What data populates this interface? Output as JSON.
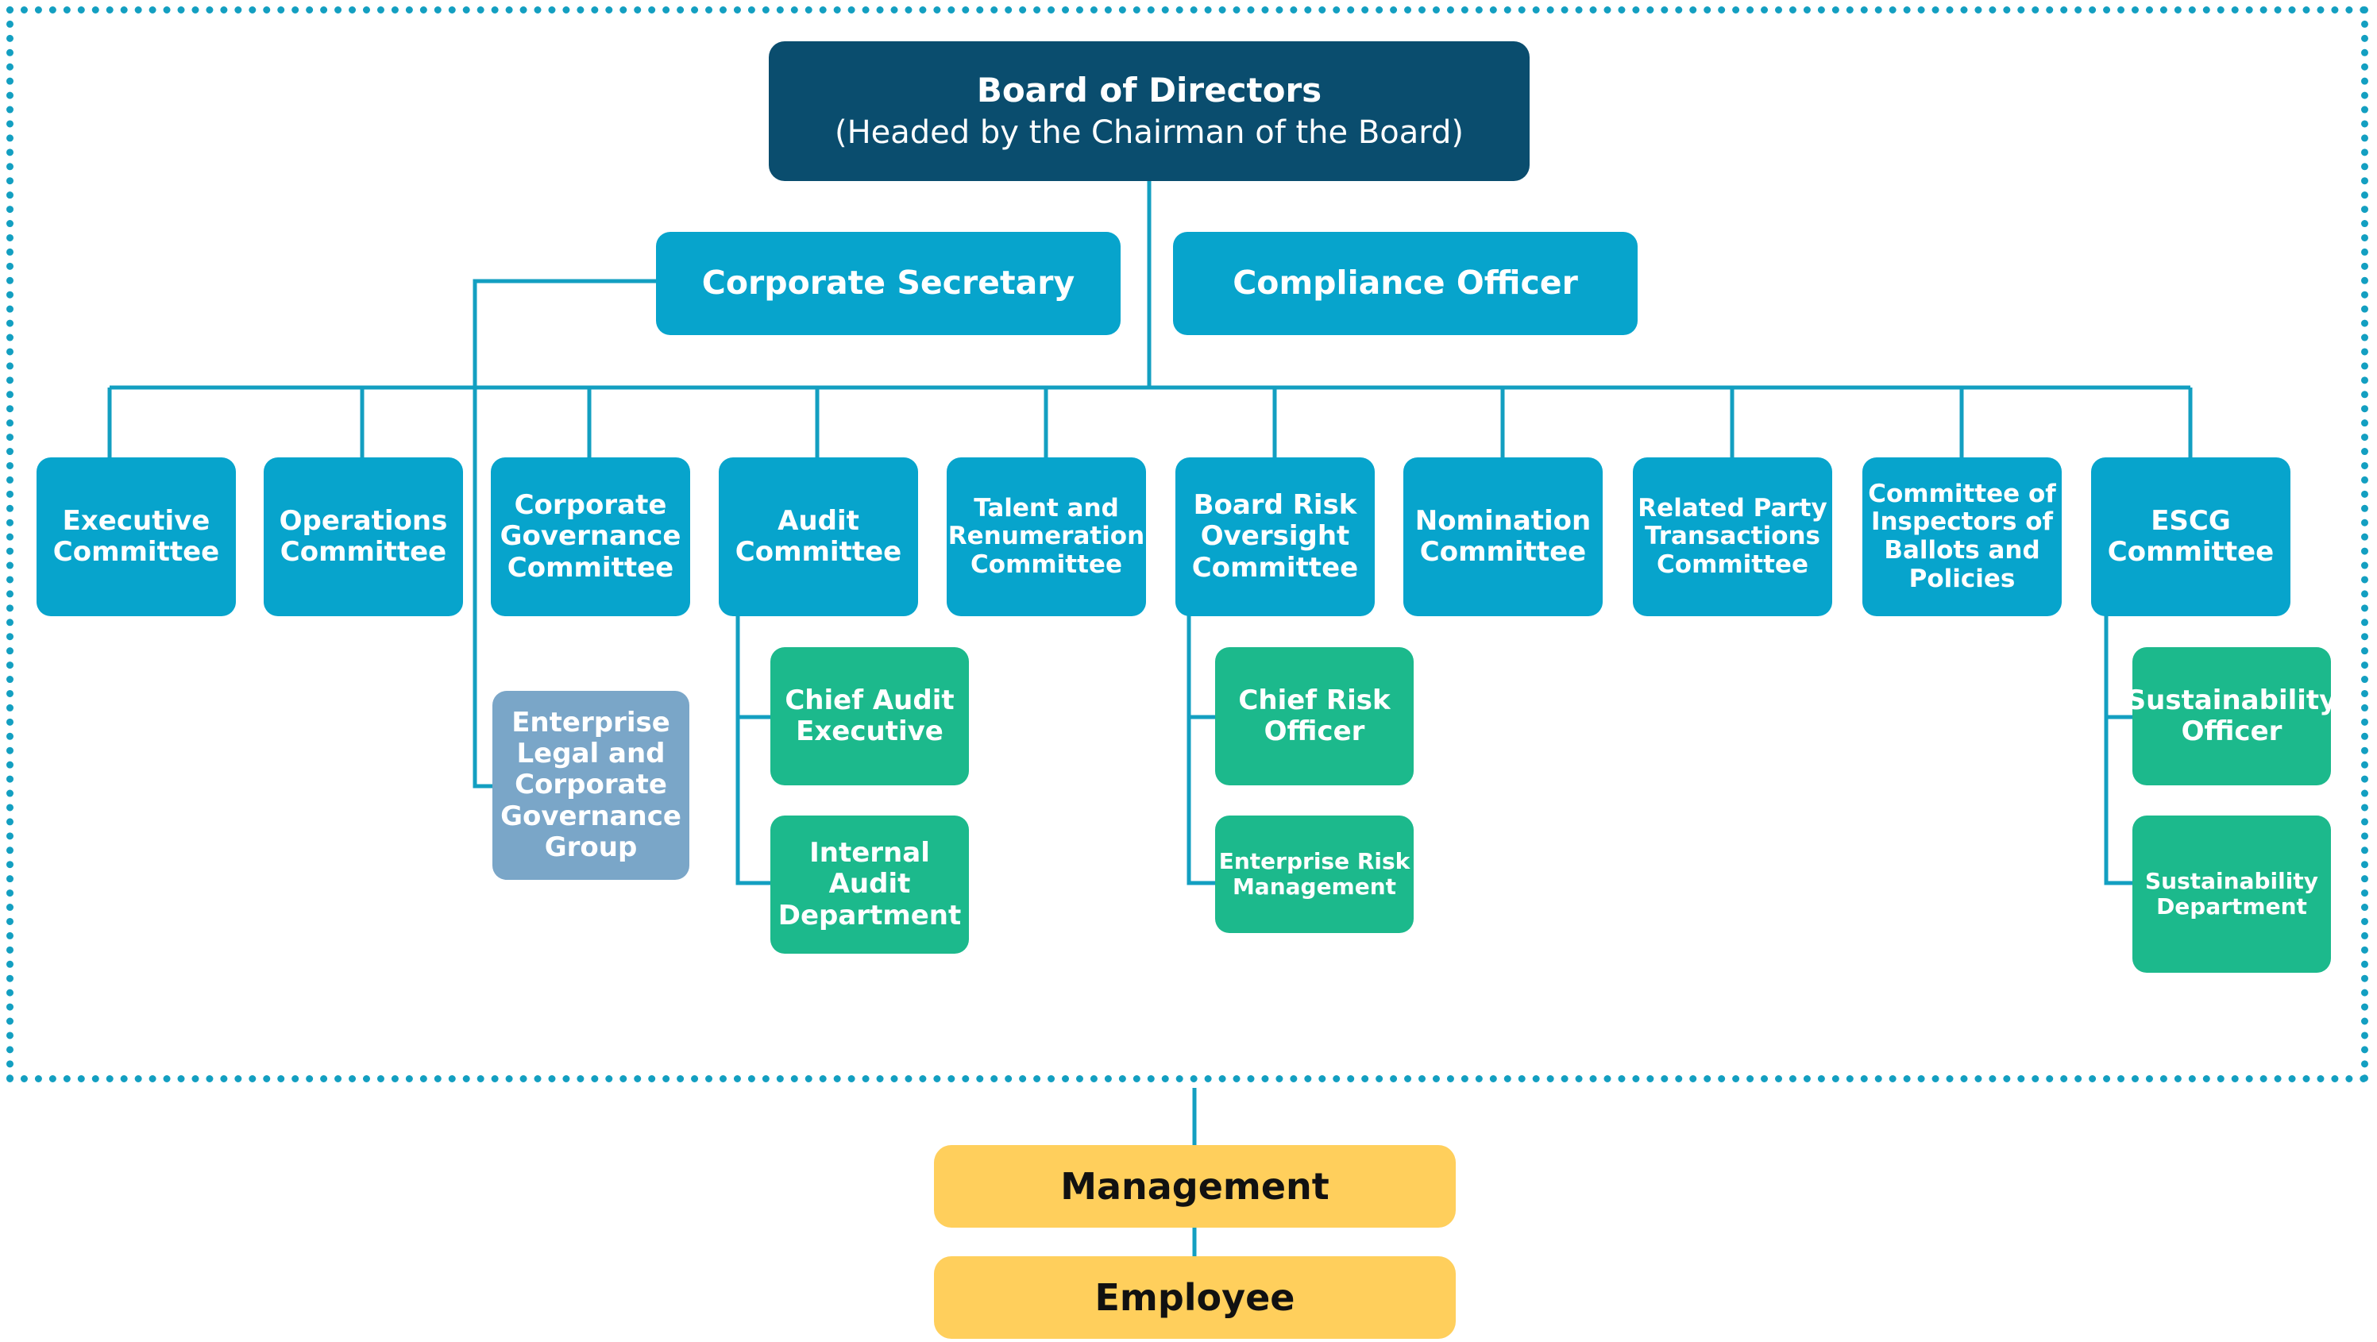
{
  "board": {
    "title": "Board of Directors",
    "subtitle": "(Headed by the Chairman of the Board)"
  },
  "corporate_secretary": "Corporate Secretary",
  "compliance_officer": "Compliance Officer",
  "committees": {
    "executive": [
      "Executive",
      "Committee"
    ],
    "operations": [
      "Operations",
      "Committee"
    ],
    "corporate_governance": [
      "Corporate",
      "Governance",
      "Committee"
    ],
    "audit": [
      "Audit",
      "Committee"
    ],
    "talent": [
      "Talent and",
      "Renumeration",
      "Committee"
    ],
    "board_risk": [
      "Board Risk",
      "Oversight",
      "Committee"
    ],
    "nomination": [
      "Nomination",
      "Committee"
    ],
    "related_party": [
      "Related Party",
      "Transactions",
      "Committee"
    ],
    "inspectors": [
      "Committee of",
      "Inspectors of",
      "Ballots and",
      "Policies"
    ],
    "escg": [
      "ESCG",
      "Committee"
    ]
  },
  "units": {
    "enterprise_legal": [
      "Enterprise",
      "Legal and",
      "Corporate",
      "Governance",
      "Group"
    ],
    "chief_audit": [
      "Chief Audit",
      "Executive"
    ],
    "internal_audit": [
      "Internal",
      "Audit",
      "Department"
    ],
    "chief_risk": [
      "Chief Risk",
      "Officer"
    ],
    "enterprise_risk": [
      "Enterprise Risk",
      "Management"
    ],
    "sustainability_officer": [
      "Sustainability",
      "Officer"
    ],
    "sustainability_department": [
      "Sustainability",
      "Department"
    ]
  },
  "management": "Management",
  "employee": "Employee",
  "colors": {
    "board": "#0a4d6e",
    "committee": "#07a4cc",
    "unit": "#1cb98c",
    "legal_group": "#7aa6c8",
    "management": "#ffcf5c",
    "connector": "#139fc1"
  }
}
